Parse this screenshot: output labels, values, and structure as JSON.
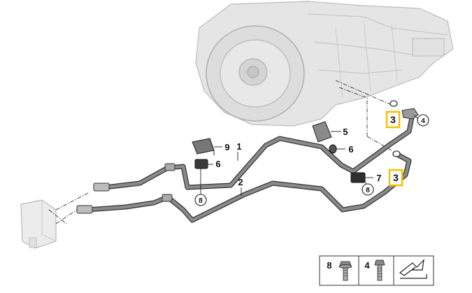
{
  "callouts": {
    "c1": "1",
    "c2": "2",
    "c3a": "3",
    "c3b": "3",
    "c4": "4",
    "c5": "5",
    "c6a": "6",
    "c6b": "6",
    "c7": "7",
    "c8a": "8",
    "c8b": "8",
    "c9": "9"
  },
  "legend": {
    "item8": "8",
    "item4": "4"
  },
  "colors": {
    "highlight": "#f2c200",
    "hose": "#6b6b6b",
    "housing": "#d9d9d9",
    "line": "#222222"
  }
}
